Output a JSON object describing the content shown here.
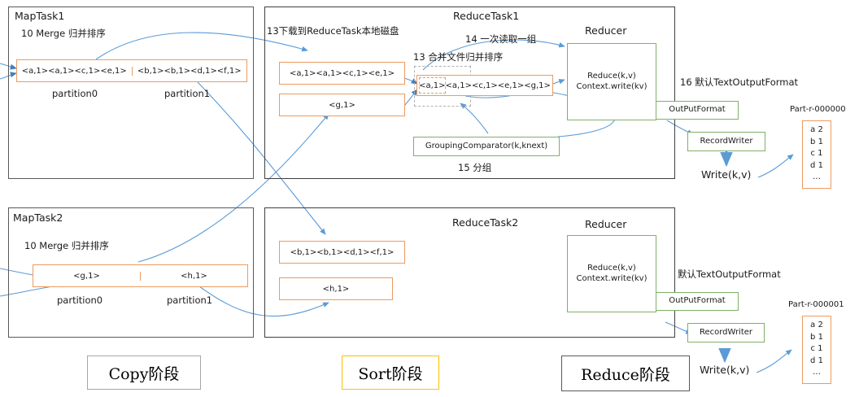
{
  "diagram": {
    "title": "MapReduce Shuffle / Reduce stage diagram",
    "colors": {
      "orange": "#ED9B5F",
      "green": "#7FB069",
      "arrow_blue": "#5B9BD5",
      "stage_copy_border": "#A6A6A6",
      "stage_sort_border": "#FFC000",
      "stage_reduce_border": "#595959",
      "container_border": "#3F3F3F",
      "dashed_gray": "#B0B0B0",
      "dashed_orange": "#E8A33D"
    }
  },
  "map_task_1": {
    "title": "MapTask1",
    "step_label": "10 Merge 归并排序",
    "partitions": [
      {
        "data": "<a,1><a,1><c,1><e,1>",
        "name": "partition0"
      },
      {
        "data": "<b,1><b,1><d,1><f,1>",
        "name": "partition1"
      }
    ]
  },
  "map_task_2": {
    "title": "MapTask2",
    "step_label": "10 Merge 归并排序",
    "partitions": [
      {
        "data": "<g,1>",
        "name": "partition0"
      },
      {
        "data": "<h,1>",
        "name": "partition1"
      }
    ]
  },
  "reduce_task_1": {
    "title": "ReduceTask1",
    "download_label": "13下载到ReduceTask本地磁盘",
    "merge_label": "13 合并文件归并排序",
    "read_group_label": "14 一次读取一组",
    "group_label": "15 分组",
    "downloaded_files": [
      "<a,1><a,1><c,1><e,1>",
      "<g,1>"
    ],
    "merged_file": "<a,1><a,1><c,1><e,1><g,1>",
    "grouping_comparator": "GroupingComparator(k,knext)",
    "reducer": {
      "title": "Reducer",
      "body_line1": "Reduce(k,v)",
      "body_line2": "Context.write(kv)"
    },
    "output": {
      "format_label": "16 默认TextOutputFormat",
      "output_format_box": "OutPutFormat",
      "record_writer_box": "RecordWriter",
      "write_label": "Write(k,v)",
      "file_name": "Part-r-000000",
      "file_lines": [
        "a 2",
        "b 1",
        "c 1",
        "d 1",
        "…"
      ]
    }
  },
  "reduce_task_2": {
    "title": "ReduceTask2",
    "downloaded_files": [
      "<b,1><b,1><d,1><f,1>",
      "<h,1>"
    ],
    "reducer": {
      "title": "Reducer",
      "body_line1": "Reduce(k,v)",
      "body_line2": "Context.write(kv)"
    },
    "output": {
      "format_label": "默认TextOutputFormat",
      "output_format_box": "OutPutFormat",
      "record_writer_box": "RecordWriter",
      "write_label": "Write(k,v)",
      "file_name": "Part-r-000001",
      "file_lines": [
        "a 2",
        "b 1",
        "c 1",
        "d 1",
        "…"
      ]
    }
  },
  "stages": [
    {
      "label": "Copy阶段"
    },
    {
      "label": "Sort阶段"
    },
    {
      "label": "Reduce阶段"
    }
  ]
}
